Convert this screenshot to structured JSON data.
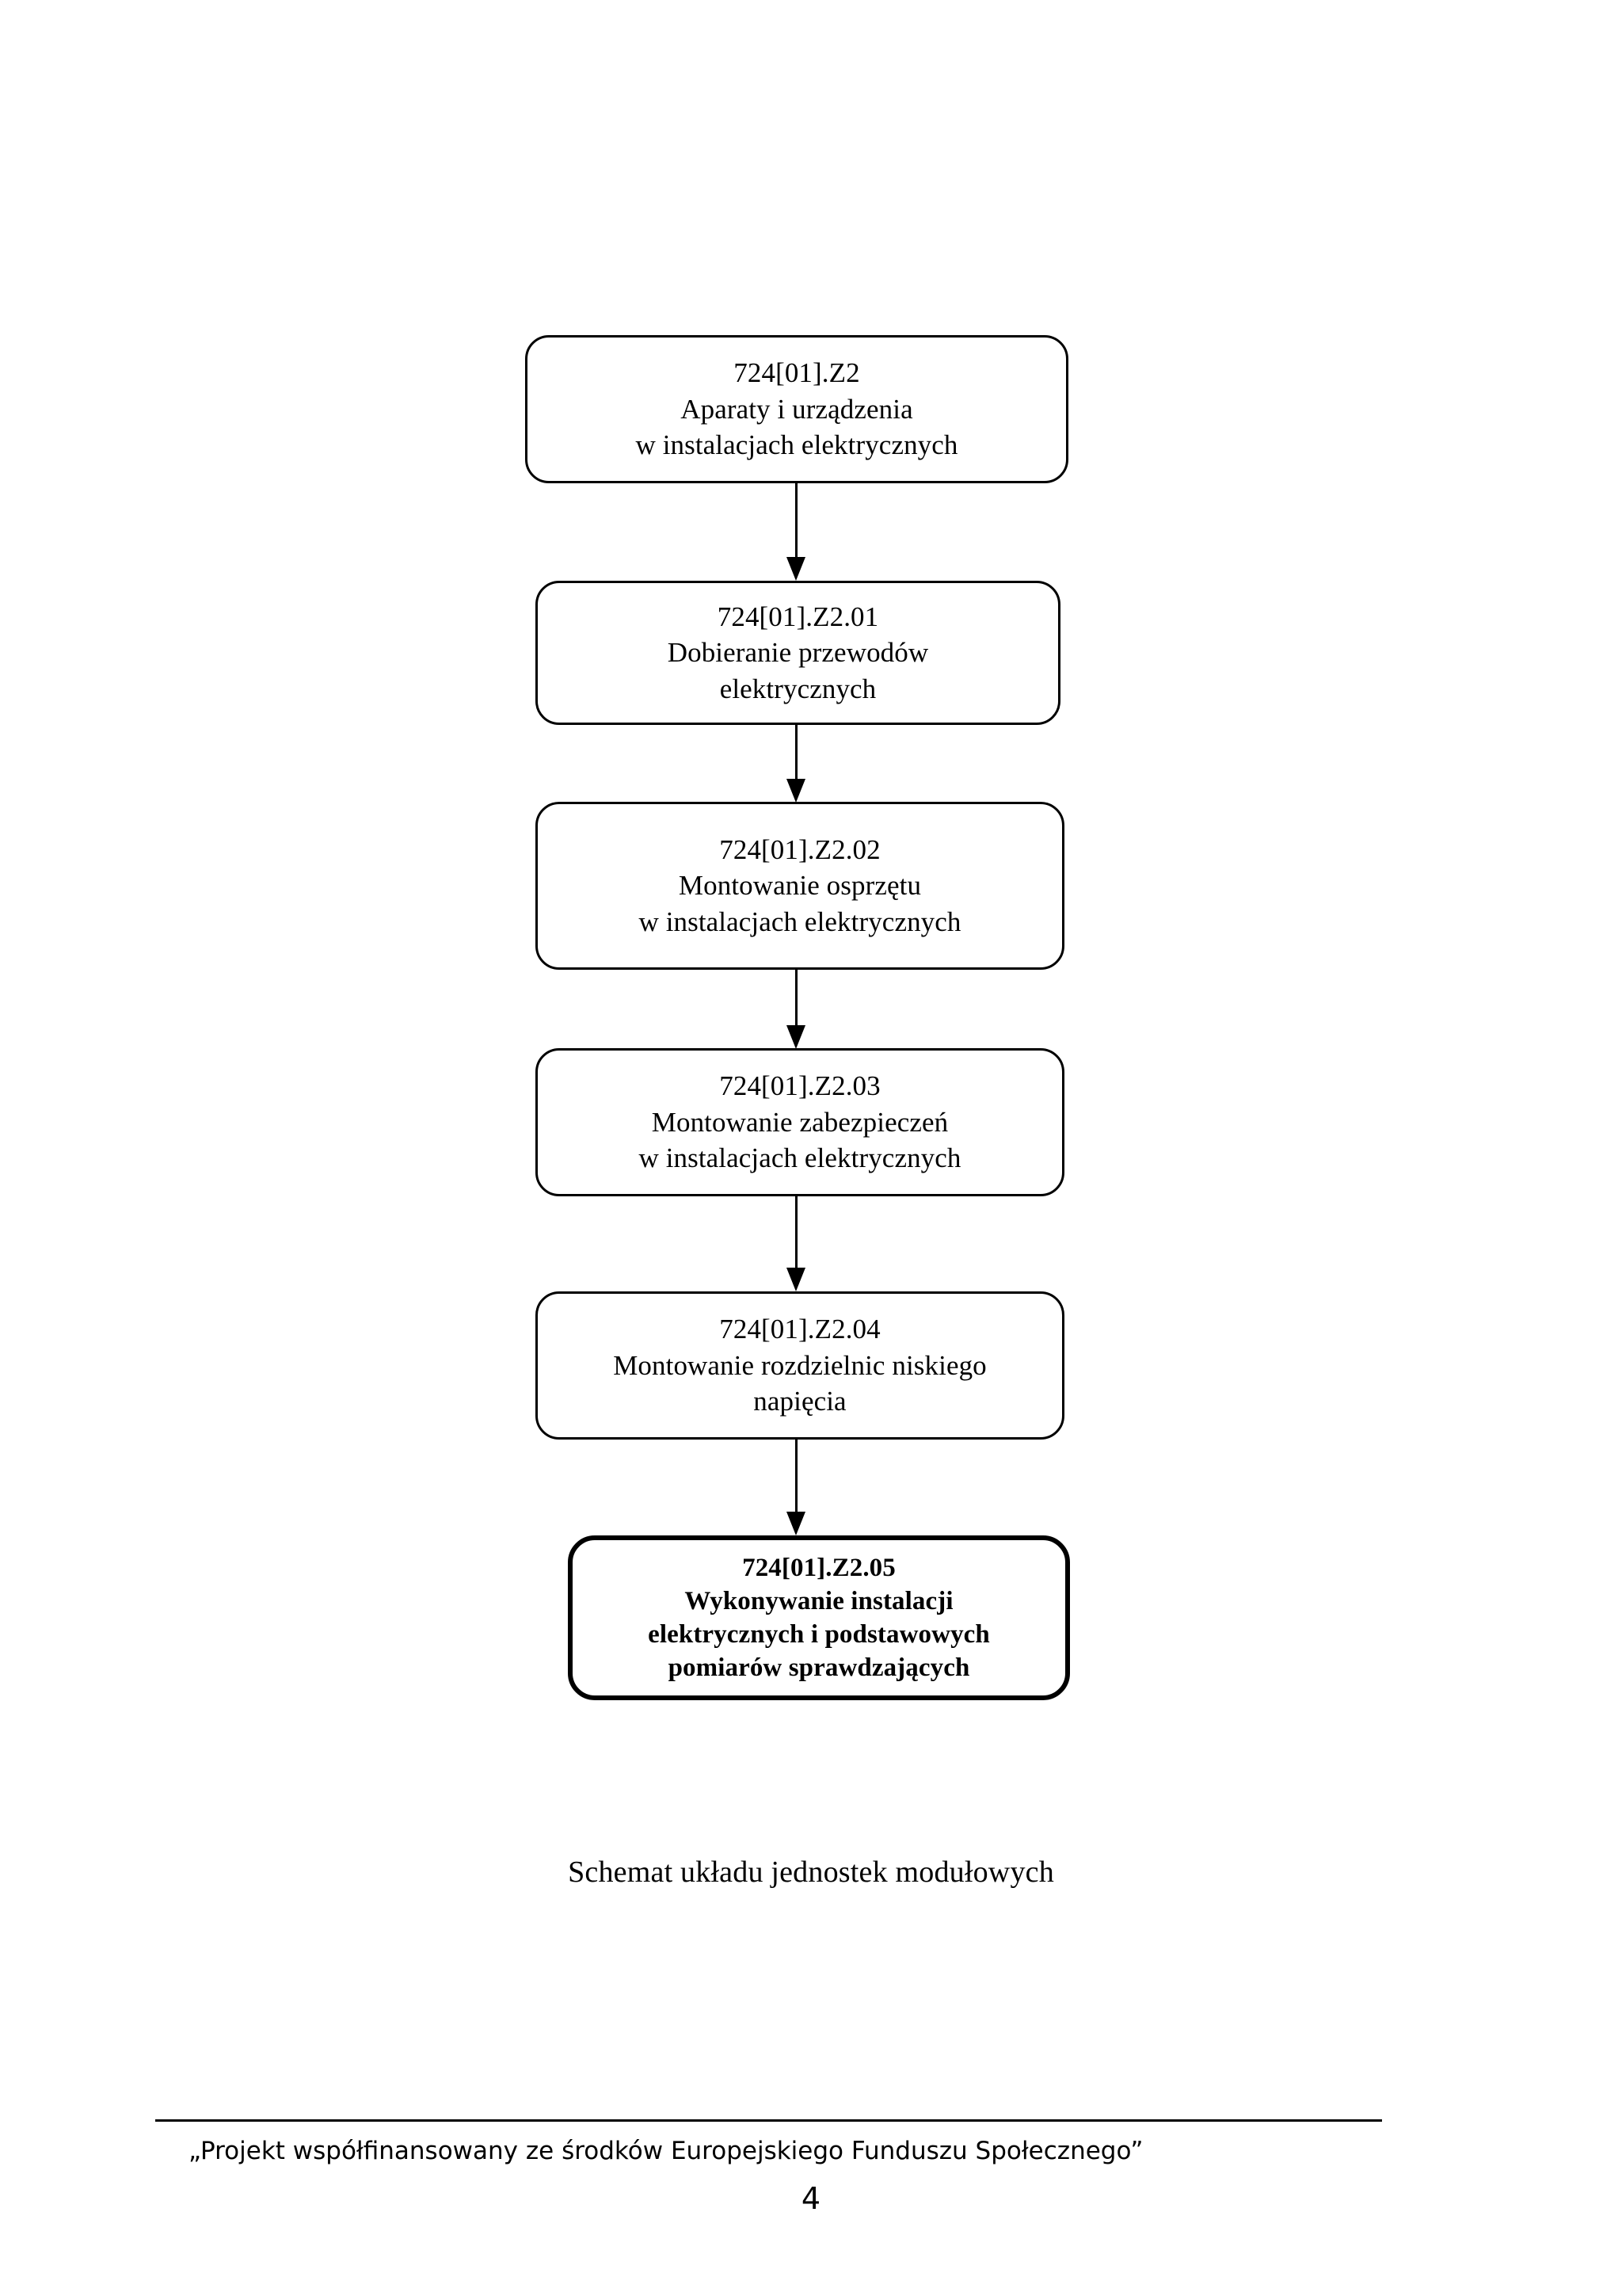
{
  "document": {
    "page_number": "4",
    "caption": "Schemat układu jednostek modułowych",
    "footer_text": "„Projekt współfinansowany ze środków Europejskiego Funduszu Społecznego”"
  },
  "diagram_data": {
    "type": "flowchart",
    "orientation": "vertical",
    "title": "Schemat układu jednostek modułowych",
    "connector_style": "solid-line-with-filled-arrowhead",
    "node_shape": "rounded-rectangle",
    "nodes": [
      {
        "id": "724[01].Z2",
        "code": "724[01].Z2",
        "lines": [
          "724[01].Z2",
          "Aparaty i urządzenia",
          "w instalacjach elektrycznych"
        ],
        "emphasis": false
      },
      {
        "id": "724[01].Z2.01",
        "code": "724[01].Z2.01",
        "lines": [
          "724[01].Z2.01",
          "Dobieranie przewodów",
          "elektrycznych"
        ],
        "emphasis": false
      },
      {
        "id": "724[01].Z2.02",
        "code": "724[01].Z2.02",
        "lines": [
          "724[01].Z2.02",
          "Montowanie osprzętu",
          "w instalacjach elektrycznych"
        ],
        "emphasis": false
      },
      {
        "id": "724[01].Z2.03",
        "code": "724[01].Z2.03",
        "lines": [
          "724[01].Z2.03",
          "Montowanie zabezpieczeń",
          "w instalacjach elektrycznych"
        ],
        "emphasis": false
      },
      {
        "id": "724[01].Z2.04",
        "code": "724[01].Z2.04",
        "lines": [
          "724[01].Z2.04",
          "Montowanie rozdzielnic niskiego",
          "napięcia"
        ],
        "emphasis": false
      },
      {
        "id": "724[01].Z2.05",
        "code": "724[01].Z2.05",
        "lines": [
          "724[01].Z2.05",
          "Wykonywanie instalacji",
          "elektrycznych i podstawowych",
          "pomiarów sprawdzających"
        ],
        "emphasis": true
      }
    ],
    "edges": [
      {
        "from": "724[01].Z2",
        "to": "724[01].Z2.01"
      },
      {
        "from": "724[01].Z2.01",
        "to": "724[01].Z2.02"
      },
      {
        "from": "724[01].Z2.02",
        "to": "724[01].Z2.03"
      },
      {
        "from": "724[01].Z2.03",
        "to": "724[01].Z2.04"
      },
      {
        "from": "724[01].Z2.04",
        "to": "724[01].Z2.05"
      }
    ],
    "colors": {
      "stroke": "#000000",
      "fill": "#ffffff",
      "text": "#000000"
    }
  }
}
